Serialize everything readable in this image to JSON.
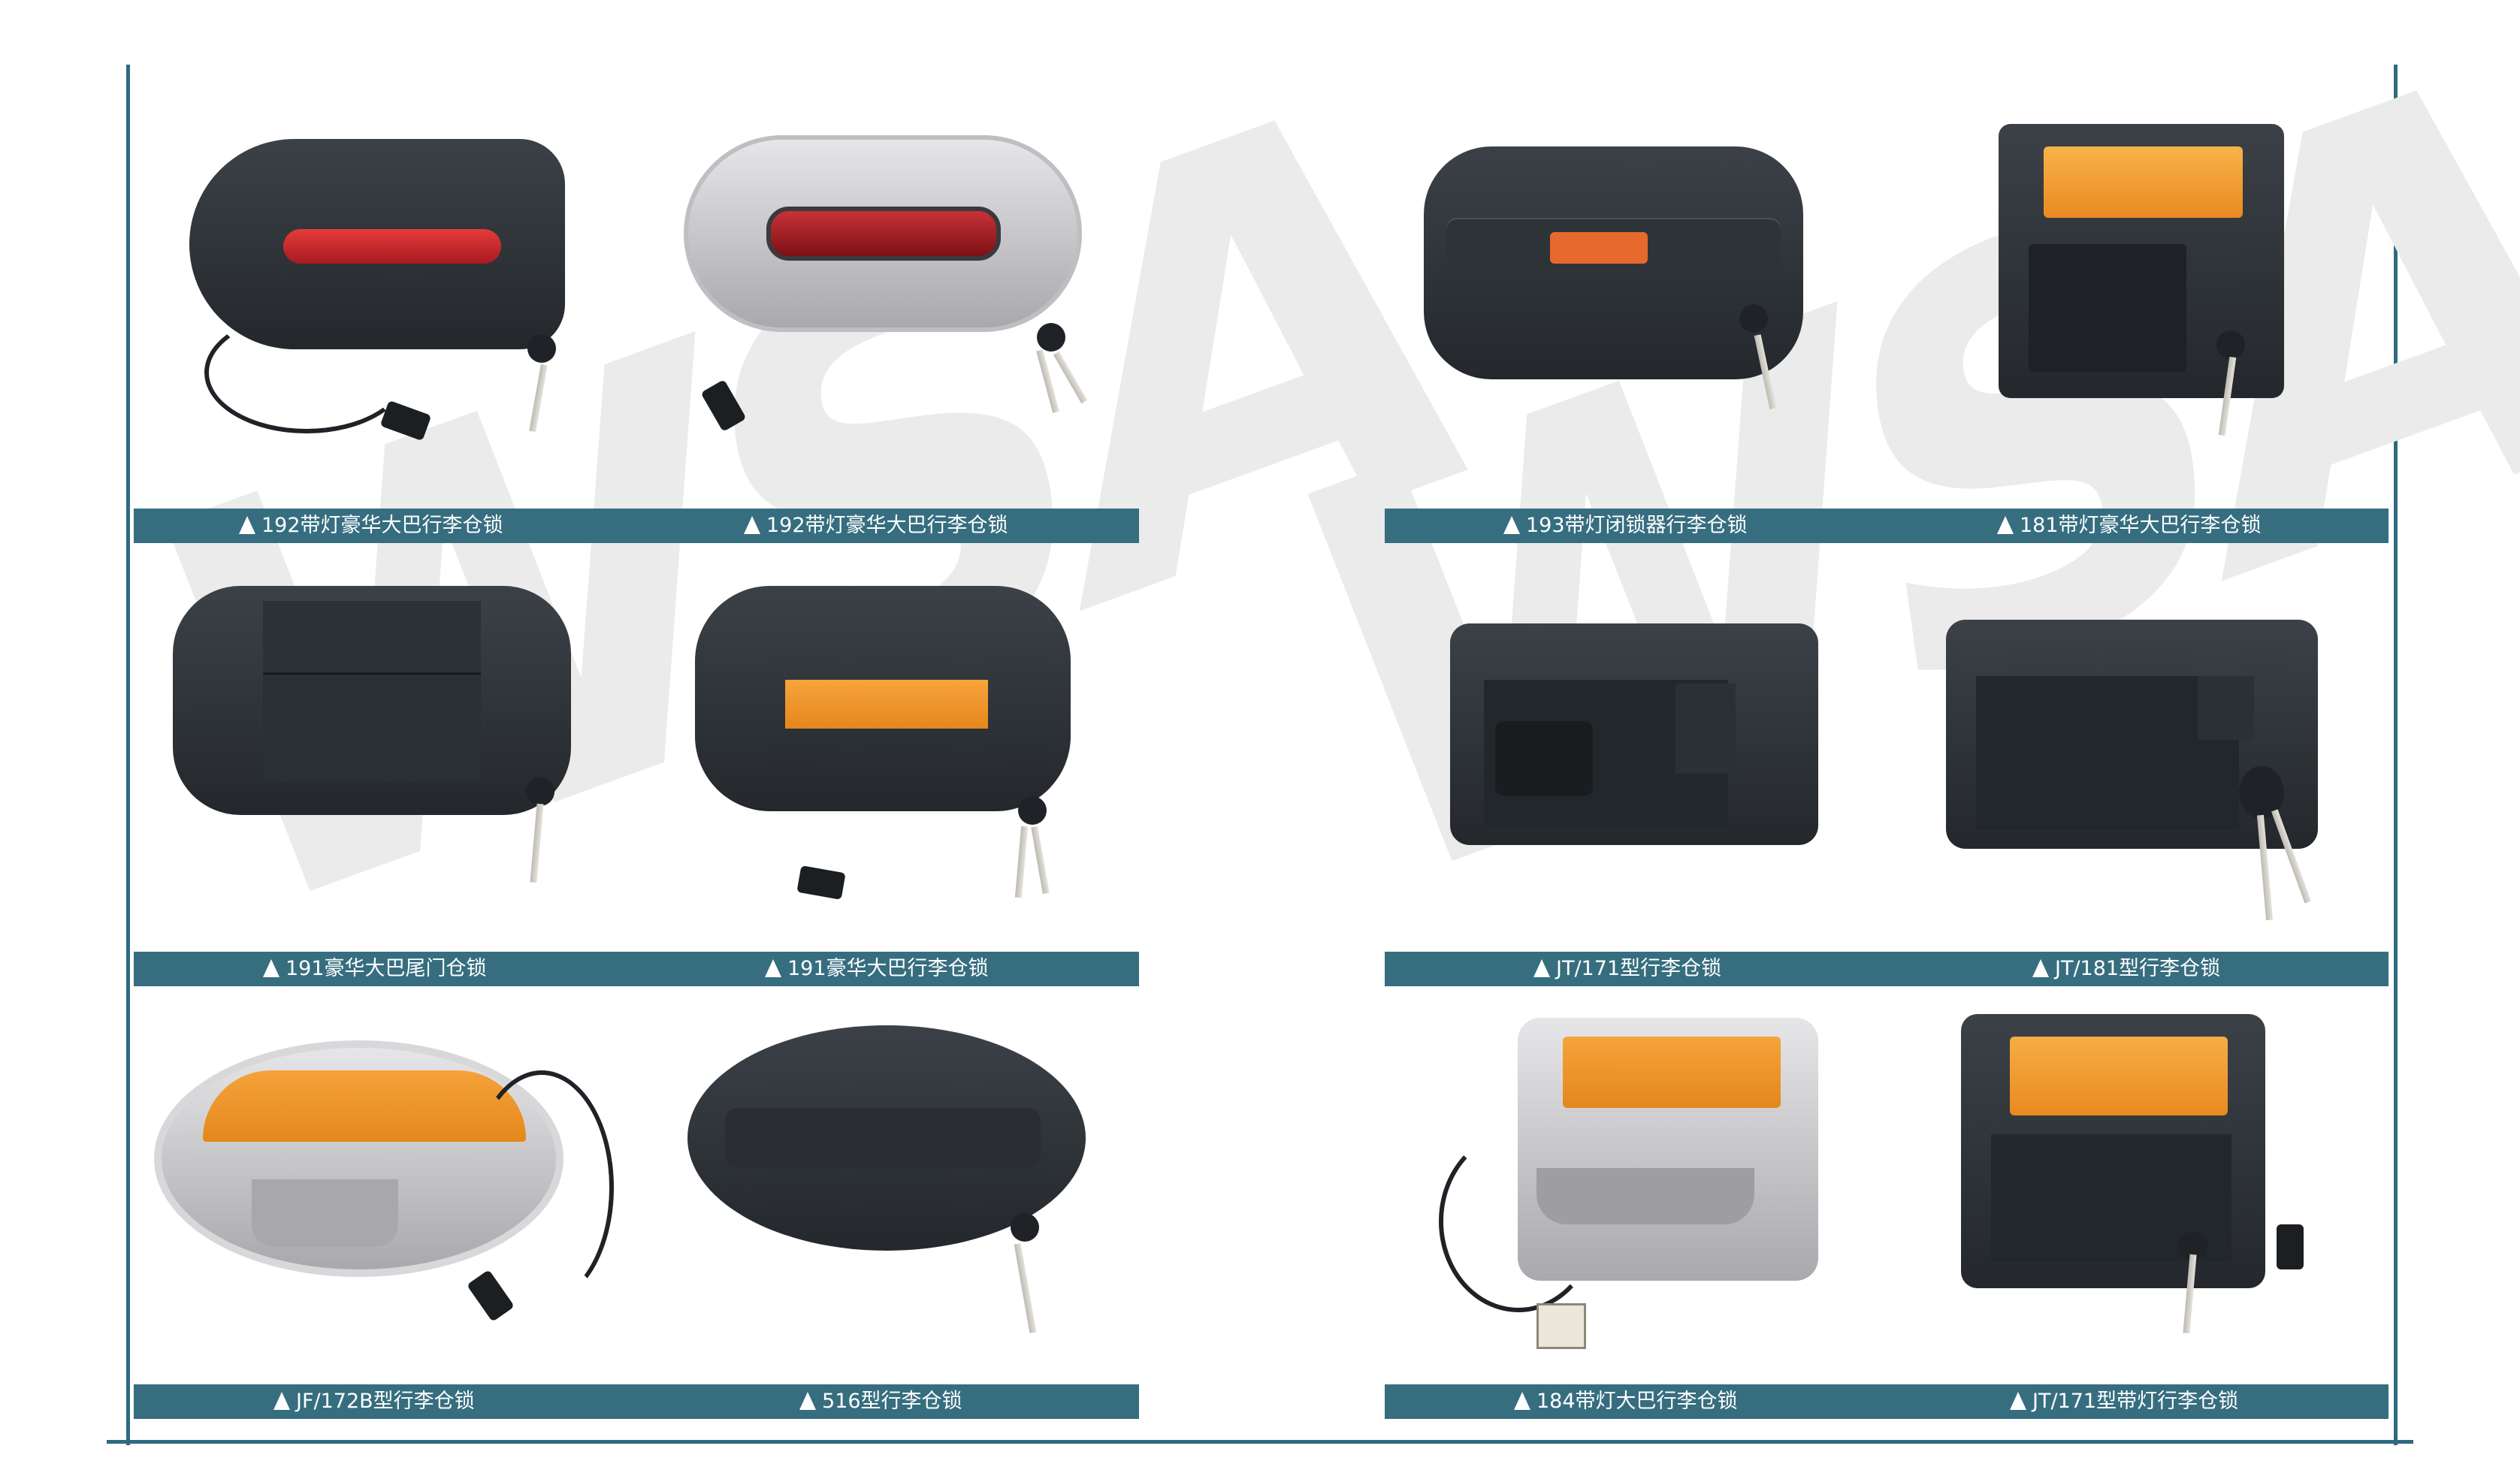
{
  "page": {
    "background": "#ffffff",
    "accent_color": "#366e80",
    "frame_color": "#2f6a80",
    "watermark_text": [
      "WSA",
      "WSA"
    ]
  },
  "captions": {
    "row1": [
      "192带灯豪华大巴行李仓锁",
      "192带灯豪华大巴行李仓锁",
      "193带灯闭锁器行李仓锁",
      "181带灯豪华大巴行李仓锁"
    ],
    "row2": [
      "191豪华大巴尾门仓锁",
      "191豪华大巴行李仓锁",
      "JT/171型行李仓锁",
      "JT/181型行李仓锁"
    ],
    "row3": [
      "JF/172B型行李仓锁",
      "516型行李仓锁",
      "184带灯大巴行李仓锁",
      "JT/171型带灯行李仓锁"
    ]
  },
  "products": [
    {
      "label": "192带灯豪华大巴行李仓锁",
      "body_color": "black",
      "lamp_color": "#d2232a",
      "has_keys": true,
      "has_cable": true
    },
    {
      "label": "192带灯豪华大巴行李仓锁",
      "body_color": "silver",
      "lamp_color": "#b31c22",
      "has_keys": true,
      "has_cable": true
    },
    {
      "label": "193带灯闭锁器行李仓锁",
      "body_color": "black",
      "lamp_color": "#e8692d",
      "has_keys": true,
      "has_cable": false
    },
    {
      "label": "181带灯豪华大巴行李仓锁",
      "body_color": "black",
      "lamp_color": "#f2a33a",
      "has_keys": true,
      "has_cable": false
    },
    {
      "label": "191豪华大巴尾门仓锁",
      "body_color": "black",
      "lamp_color": null,
      "has_keys": true,
      "has_cable": false
    },
    {
      "label": "191豪华大巴行李仓锁",
      "body_color": "black",
      "lamp_color": "#f29b30",
      "has_keys": true,
      "has_cable": true
    },
    {
      "label": "JT/171型行李仓锁",
      "body_color": "black",
      "lamp_color": null,
      "has_keys": false,
      "has_cable": false
    },
    {
      "label": "JT/181型行李仓锁",
      "body_color": "black",
      "lamp_color": null,
      "has_keys": true,
      "has_cable": false
    },
    {
      "label": "JF/172B型行李仓锁",
      "body_color": "silver",
      "lamp_color": "#f2a030",
      "has_keys": false,
      "has_cable": true
    },
    {
      "label": "516型行李仓锁",
      "body_color": "black",
      "lamp_color": null,
      "has_keys": true,
      "has_cable": false
    },
    {
      "label": "184带灯大巴行李仓锁",
      "body_color": "silver",
      "lamp_color": "#f2a030",
      "has_keys": false,
      "has_cable": true
    },
    {
      "label": "JT/171型带灯行李仓锁",
      "body_color": "black",
      "lamp_color": "#f2a030",
      "has_keys": true,
      "has_cable": true
    }
  ]
}
